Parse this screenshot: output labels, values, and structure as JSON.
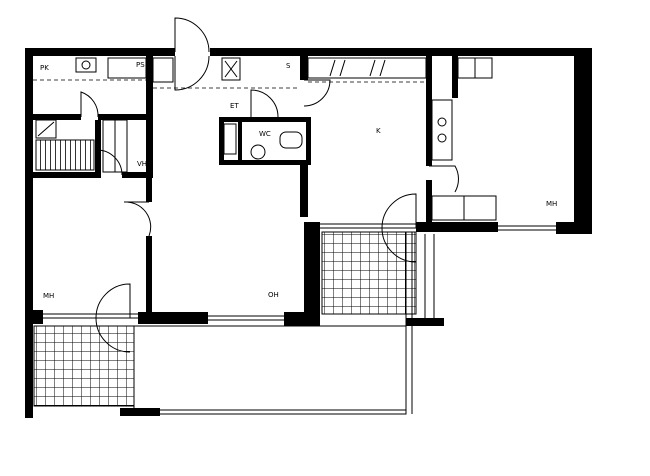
{
  "room_labels": {
    "pk": "PK",
    "et": "ET",
    "wc": "WC",
    "k": "K",
    "vh": "VH",
    "mh_left": "MH",
    "oh": "OH",
    "mh_right": "MH",
    "s": "S",
    "ps": "PS"
  },
  "colors": {
    "wall": "#000000",
    "line": "#000000",
    "background": "#ffffff"
  }
}
